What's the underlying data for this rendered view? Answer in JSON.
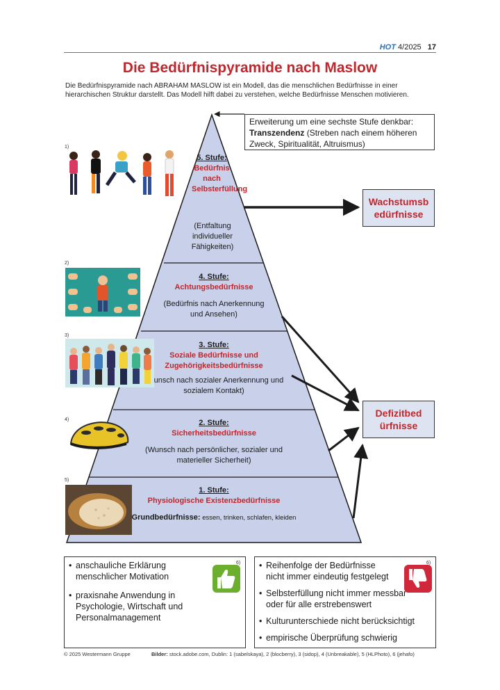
{
  "header": {
    "brand": "HOT",
    "issue": "4/2025",
    "page": "17"
  },
  "title": "Die Bedürfnispyramide nach Maslow",
  "intro": "Die Bedürfnispyramide nach ABRAHAM MASLOW ist ein Modell, das die menschlichen Bedürfnisse in einer hierarchischen Struktur darstellt. Das Modell hilft dabei zu verstehen, welche Bedürfnisse Menschen motivieren.",
  "extension": {
    "line1": "Erweiterung um eine sechste Stufe denkbar:",
    "term": "Transzendenz",
    "detail": " (Streben nach einem höheren Zweck, Spiritualität, Altruismus)"
  },
  "levels": {
    "l5": {
      "stufe": "5. Stufe:",
      "need": "Bedürfnis nach Selbsterfüllung",
      "desc": "(Entfaltung individueller Fähigkeiten)"
    },
    "l4": {
      "stufe": "4. Stufe:",
      "need": "Achtungsbedürfnisse",
      "desc": "(Bedürfnis nach Anerkennung und Ansehen)"
    },
    "l3": {
      "stufe": "3. Stufe:",
      "need": "Soziale Bedürfnisse und Zugehörigkeitsbedürfnisse",
      "desc": "(Wunsch nach sozialer Anerkennung und sozialem Kontakt)"
    },
    "l2": {
      "stufe": "2. Stufe:",
      "need": "Sicherheitsbedürfnisse",
      "desc": "(Wunsch nach persönlicher, sozialer und materieller Sicherheit)"
    },
    "l1": {
      "stufe": "1. Stufe:",
      "need": "Physiologische Existenzbedürfnisse",
      "grund_label": "Grundbedürfnisse:",
      "grund_text": " essen, trinken, schlafen, kleiden"
    }
  },
  "categories": {
    "growth": "Wachstumsbedürfnisse",
    "deficit": "Defizitbedürfnisse"
  },
  "figures": {
    "f1": "1)",
    "f2": "2)",
    "f3": "3)",
    "f4": "4)",
    "f5": "5)",
    "f6a": "6)",
    "f6b": "6)"
  },
  "pros": [
    "anschauliche Erklärung menschlicher Motivation",
    "praxisnahe Anwendung in Psychologie, Wirtschaft und Personalmanagement"
  ],
  "cons": [
    "Reihenfolge der Bedürfnisse nicht immer eindeutig festgelegt",
    "Selbsterfüllung nicht immer messbar oder für alle erstrebenswert",
    "Kulturunterschiede nicht berücksichtigt",
    "empirische Überprüfung schwierig"
  ],
  "footer": {
    "copyright": "© 2025 Westermann Gruppe",
    "credits_label": "Bilder:",
    "credits": " stock.adobe.com, Dublin: 1 (sabelskaya), 2 (blocberry), 3 (sidop), 4 (Unbreakable), 5 (HLPhoto), 6 (jehafo)"
  },
  "colors": {
    "accent_red": "#c0272d",
    "pyramid_fill": "#c9d1ea",
    "rule_blue": "#3f7cbf",
    "pro_green": "#6cae2e",
    "con_red": "#d0283a"
  }
}
